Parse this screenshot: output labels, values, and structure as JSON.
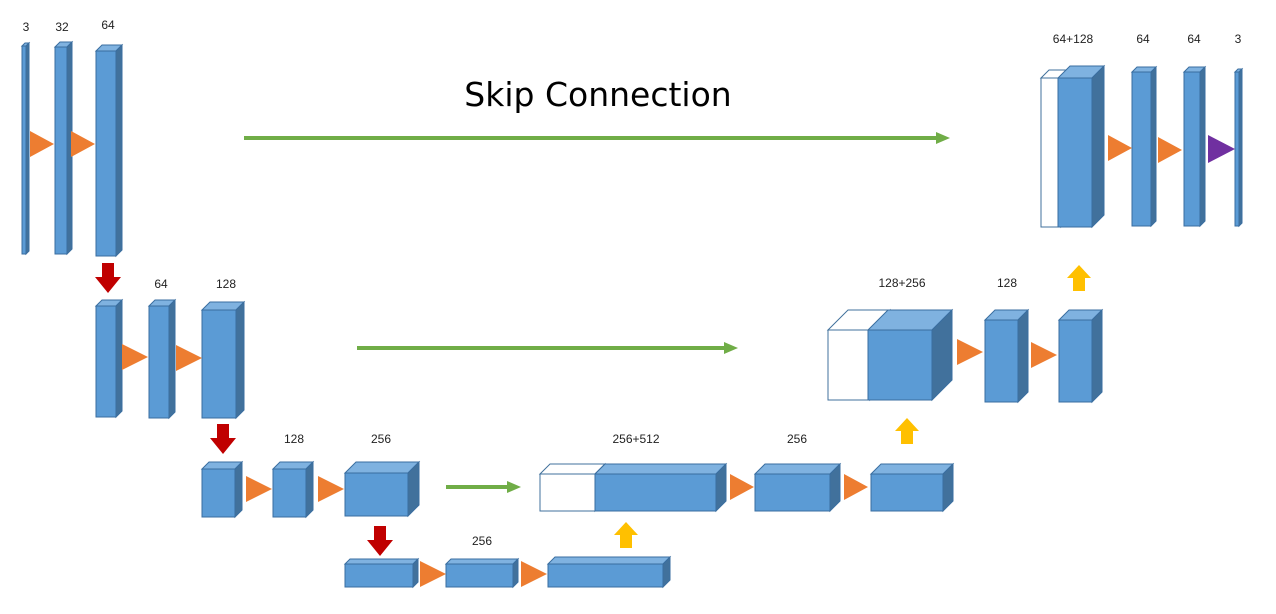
{
  "diagram": {
    "title": "Skip Connection",
    "colors": {
      "block_front": "#5b9bd5",
      "block_top": "#7fb2e0",
      "block_side": "#41719c",
      "block_edge": "#3a6ea0",
      "conv_arrow": "#ed7d31",
      "final_arrow": "#7030a0",
      "down_arrow": "#c00000",
      "up_arrow": "#ffc000",
      "skip_arrow": "#70ad47",
      "concat_outline": "#41719c"
    },
    "labels": {
      "enc1_in": "3",
      "enc1_c1": "32",
      "enc1_c2": "64",
      "enc2_c1": "64",
      "enc2_c2": "128",
      "enc3_c1": "128",
      "enc3_c2": "256",
      "bottom": "256",
      "dec3_cat": "256+512",
      "dec3_c": "256",
      "dec2_cat": "128+256",
      "dec2_c": "128",
      "dec1_cat": "64+128",
      "dec1_c1": "64",
      "dec1_c2": "64",
      "dec1_out": "3"
    }
  }
}
